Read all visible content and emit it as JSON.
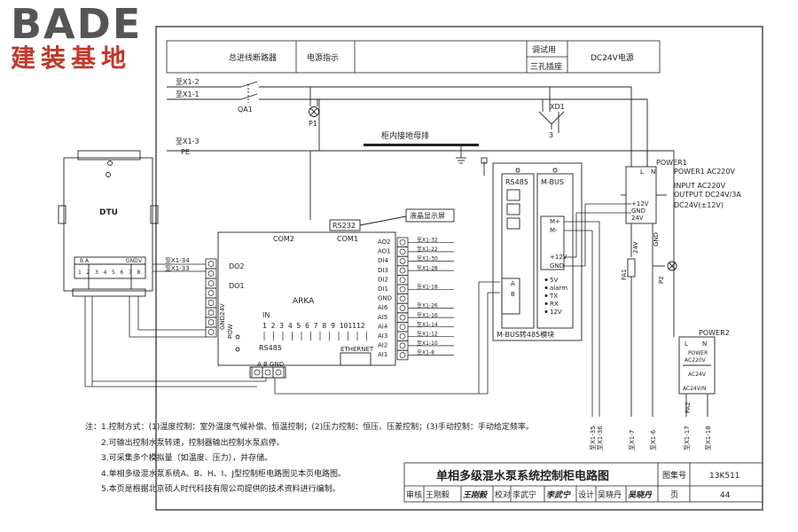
{
  "brand": {
    "name": "BADE",
    "subtitle": "建装基地",
    "accent_color": "#c0392b",
    "gray_color": "#555555"
  },
  "header_table": {
    "breaker": "总进线断路器",
    "power_indicator": "电源指示",
    "debug_socket_line1": "调试用",
    "debug_socket_line2": "三孔插座",
    "dc24_power": "DC24V电源"
  },
  "wires": {
    "x1_2": "至X1-2",
    "x1_1": "至X1-1",
    "x1_3": "至X1-3",
    "pe": "PE",
    "qa1": "QA1",
    "p1": "P1",
    "xd1": "XD1",
    "xd1_pin": "3",
    "ground_bus": "柜内接地母排",
    "x1_34": "至X1-34",
    "x1_33": "至X1-33"
  },
  "dtu": {
    "label": "DTU",
    "b": "B",
    "a": "A",
    "gnd": "GND",
    "v": "V",
    "pins": [
      "1",
      "2",
      "3",
      "4",
      "5",
      "6",
      "7",
      "8"
    ]
  },
  "arka": {
    "label": "ARKA",
    "com2": "COM2",
    "com1": "COM1",
    "rs232": "RS232",
    "lcd": "液晶显示屏",
    "do2": "DO2",
    "do1": "DO1",
    "gnd": "GND",
    "v24": "24V",
    "pow": "POW",
    "in_label": "IN",
    "in_numbers": "1 2 3 4 5 6 7 8 9 101112",
    "rs485": "RS485",
    "rs485_pins": "A  B GND",
    "ethernet": "ETHERNET",
    "right_pins": [
      "AO2",
      "AO1",
      "DI4",
      "DI3",
      "DI2",
      "DI1",
      "GND",
      "AI6",
      "AI5",
      "AI4",
      "AI3",
      "AI2",
      "AI1"
    ],
    "right_targets": [
      "至X1-32",
      "至X1-22",
      "至X1-30",
      "至X1-28",
      "",
      "至X1-18",
      "",
      "至X1-26",
      "至X1-16",
      "至X1-14",
      "至X1-12",
      "至X1-10",
      "至X1-8"
    ]
  },
  "mbus": {
    "rs485": "RS485",
    "mbus": "M-BUS",
    "a": "A",
    "b": "B",
    "m_plus": "M+",
    "m_minus": "M-",
    "plus12": "+12V",
    "gnd": "GND",
    "status": [
      "5V",
      "alarm",
      "TX",
      "RX",
      "12V"
    ],
    "title": "M-BUS转485模块"
  },
  "power1": {
    "name": "POWER1",
    "spec": "POWER1 AC220V",
    "input": "INPUT AC220V",
    "output": "OUTPUT DC24V/3A",
    "dc": "DC24V(±12V)",
    "l": "L",
    "n": "N",
    "plus12": "+12V",
    "gnd": "GND",
    "v24": "24V",
    "p_24v": "24V",
    "p_gnd": "GND",
    "fa1": "FA1",
    "p2": "P2"
  },
  "power2": {
    "name": "POWER2",
    "l": "L",
    "n": "N",
    "power": "POWER",
    "ac220": "AC220V",
    "ac24": "AC24V",
    "ac24_ln": "AC24V/N",
    "fa2": "FA2"
  },
  "bottom_targets": [
    "至X1-35",
    "至X1-36",
    "至X1-7",
    "至X1-6",
    "至X1-17",
    "至X1-18"
  ],
  "notes": [
    "注：1.控制方式：(1)温度控制：室外温度气候补偿、恒温控制；(2)压力控制：恒压、压差控制；(3)手动控制：手动给定频率。",
    "2.可输出控制水泵转速，控制器输出控制水泵启停。",
    "3.可采集多个模拟量（如温度、压力），并存储。",
    "4.单相多级混水泵系统A、B、H、I、J型控制柜电路图见本页电路图。",
    "5.本页是根据北京硕人时代科技有限公司提供的技术资料进行编制。"
  ],
  "title_block": {
    "title": "单相多级混水泵系统控制柜电路图",
    "atlas_label": "图集号",
    "atlas_no": "13K511",
    "review": "审核",
    "reviewer": "王刚毅",
    "reviewer_sign": "王刚毅",
    "check": "校对",
    "checker": "李武宁",
    "checker_sign": "李武宁",
    "design": "设计",
    "designer": "吴晓丹",
    "designer_sign": "吴晓丹",
    "page_label": "页",
    "page_no": "44"
  }
}
